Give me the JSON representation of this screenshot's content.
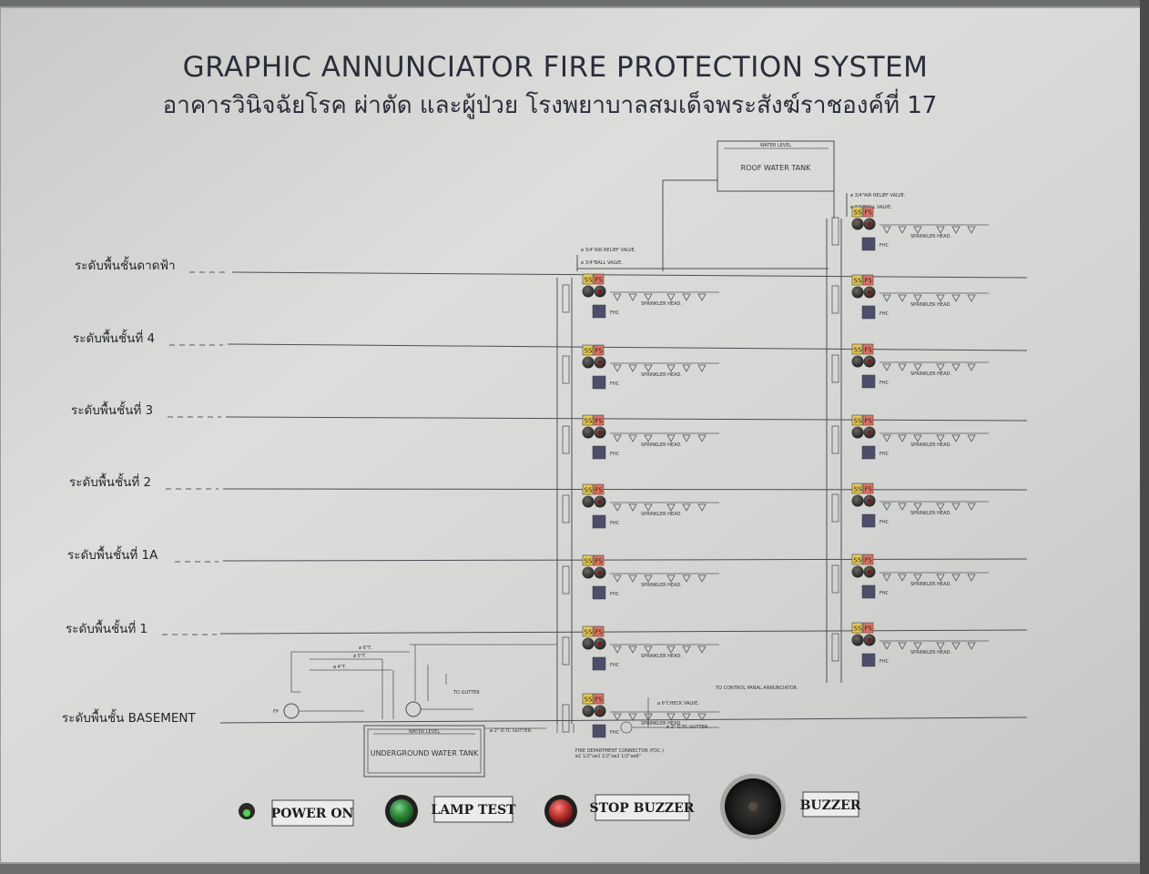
{
  "title": "GRAPHIC ANNUNCIATOR FIRE PROTECTION SYSTEM",
  "subtitle": "อาคารวินิจฉัยโรค ผ่าตัด และผู้ป่วย โรงพยาบาลสมเด็จพระสังฆ์ราชองค์ที่ 17",
  "roof_tank_label": "ROOF WATER TANK",
  "water_level_label": "WATER LEVEL",
  "underground_tank_label": "UNDERGROUND WATER TANK",
  "floors": [
    {
      "label": "ระดับพื้นชั้นดาดฟ้า"
    },
    {
      "label": "ระดับพื้นชั้นที่ 4"
    },
    {
      "label": "ระดับพื้นชั้นที่ 3"
    },
    {
      "label": "ระดับพื้นชั้นที่ 2"
    },
    {
      "label": "ระดับพื้นชั้นที่ 1A"
    },
    {
      "label": "ระดับพื้นชั้นที่ 1"
    },
    {
      "label": "ระดับพื้นชั้น BASEMENT"
    }
  ],
  "zone_labels": {
    "ss": "SS",
    "fs": "FS"
  },
  "sprinkler_label": "SPRINKLER HEAD.",
  "fhc_label": "FHC",
  "air_relief_label": "ø 3/4\"AIR RELIEF VALVE.",
  "ball_valve_label": "ø 3/4\"BALL VALVE.",
  "pipe_6_label": "ø 6\"Τ.",
  "pipe_5_label": "ø 5\"Τ.",
  "pipe_4_label": "ø 4\"Τ.",
  "to_gutter_label": "TO GUTTER",
  "check_valve_label": "ø 6\"CHECK VALVE.",
  "dtc_gutter_label": "ø 2\" D.TC GUTTER.",
  "to_control_label": "TO CONTROL PANAL ANNUNCIATOR.",
  "fdc_label": "FIRE DEPARTMENT CONNECTOR (FDC.)",
  "fdc_size_label": "ø2 1/2\"xø2 1/2\"xø2 1/2\"xø6\"",
  "fp_label": "FP",
  "buttons": {
    "power_on": "POWER ON",
    "lamp_test": "LAMP TEST",
    "stop_buzzer": "STOP BUZZER",
    "buzzer": "BUZZER"
  },
  "colors": {
    "panel": "#d4d5d3",
    "ink": "#2a2d3a",
    "ss_box": "#e8c94a",
    "fs_box": "#e0735f",
    "lamp_test_button": "#2f8a3c",
    "stop_buzzer_button": "#c63632",
    "power_led": "#4fd64a"
  }
}
